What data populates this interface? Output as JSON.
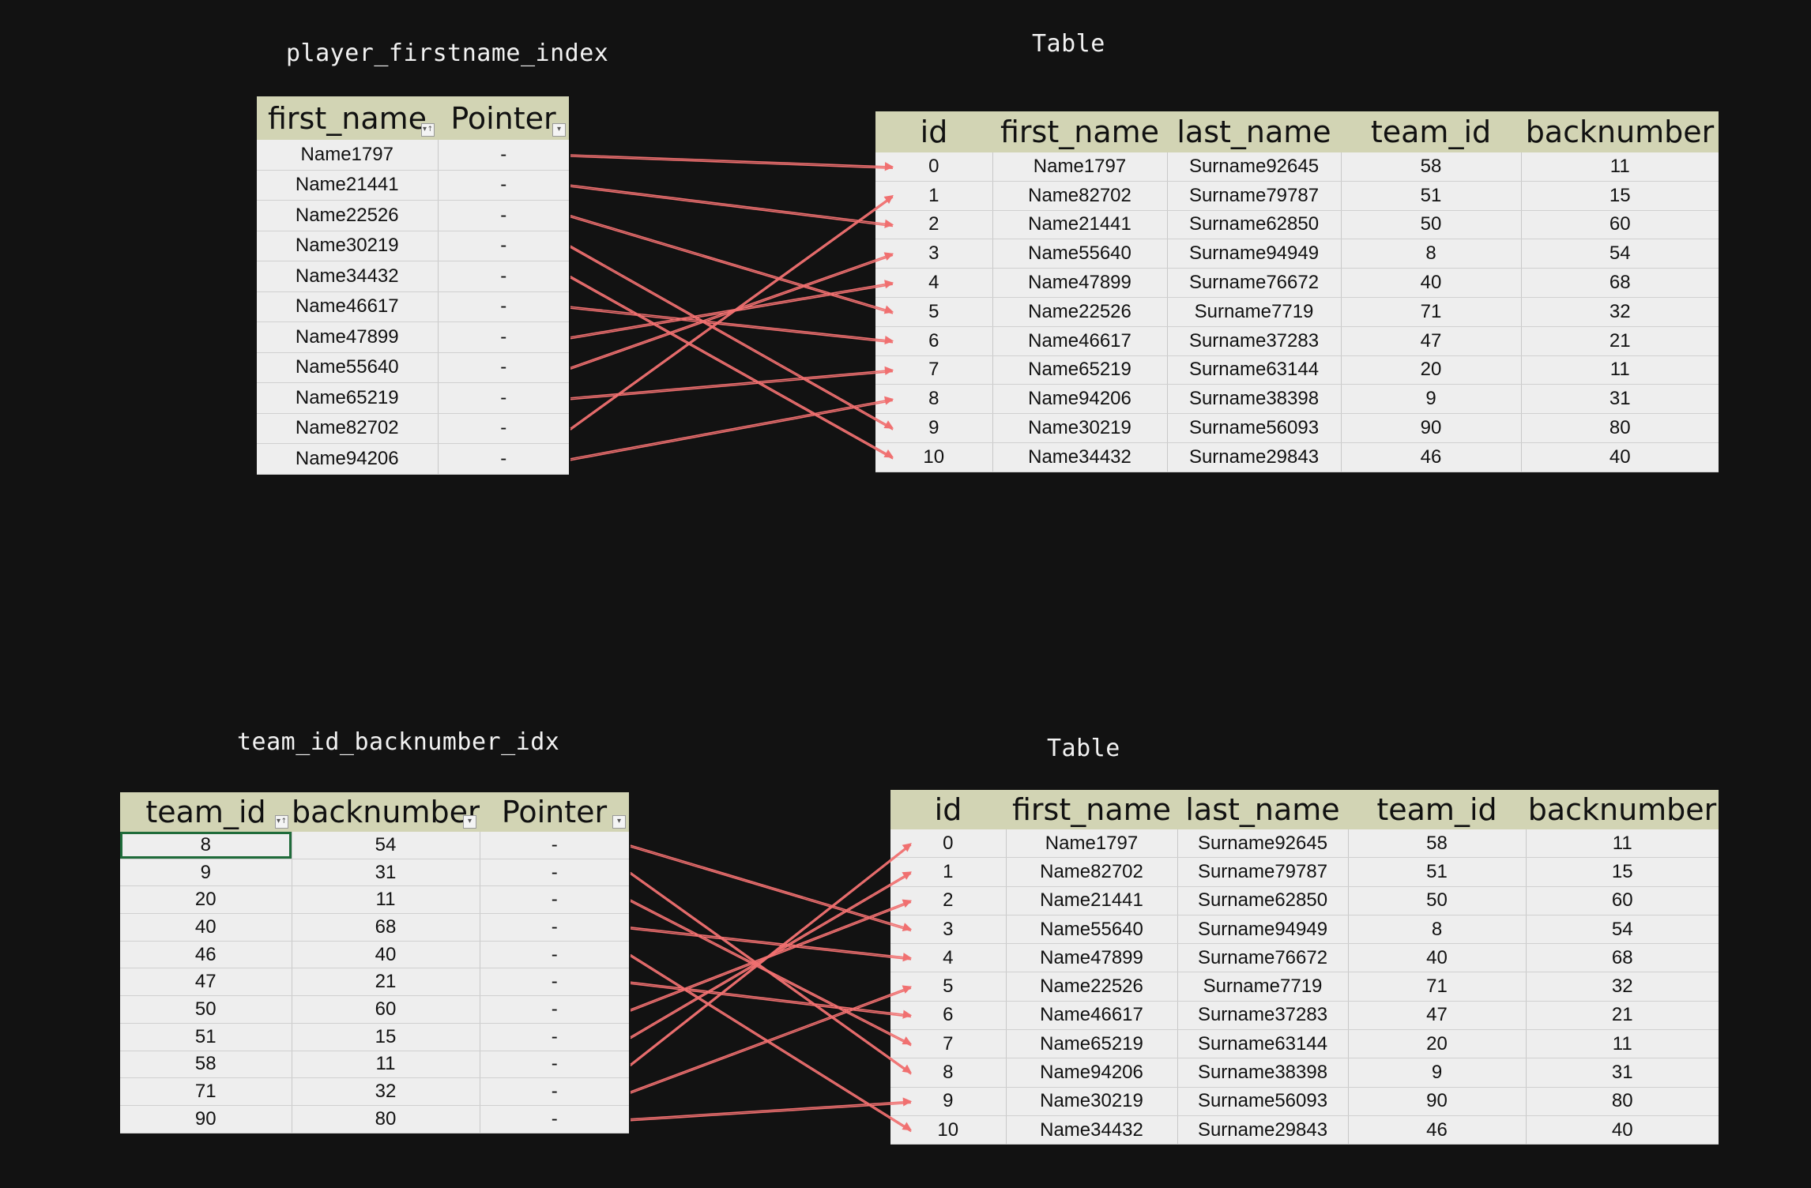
{
  "panel1": {
    "index_title": "player_firstname_index",
    "table_title": "Table",
    "index_headers": [
      "first_name",
      "Pointer"
    ],
    "index_rows": [
      [
        "Name1797",
        "-"
      ],
      [
        "Name21441",
        "-"
      ],
      [
        "Name22526",
        "-"
      ],
      [
        "Name30219",
        "-"
      ],
      [
        "Name34432",
        "-"
      ],
      [
        "Name46617",
        "-"
      ],
      [
        "Name47899",
        "-"
      ],
      [
        "Name55640",
        "-"
      ],
      [
        "Name65219",
        "-"
      ],
      [
        "Name82702",
        "-"
      ],
      [
        "Name94206",
        "-"
      ]
    ],
    "table_headers": [
      "id",
      "first_name",
      "last_name",
      "team_id",
      "backnumber"
    ],
    "table_rows": [
      [
        "0",
        "Name1797",
        "Surname92645",
        "58",
        "11"
      ],
      [
        "1",
        "Name82702",
        "Surname79787",
        "51",
        "15"
      ],
      [
        "2",
        "Name21441",
        "Surname62850",
        "50",
        "60"
      ],
      [
        "3",
        "Name55640",
        "Surname94949",
        "8",
        "54"
      ],
      [
        "4",
        "Name47899",
        "Surname76672",
        "40",
        "68"
      ],
      [
        "5",
        "Name22526",
        "Surname7719",
        "71",
        "32"
      ],
      [
        "6",
        "Name46617",
        "Surname37283",
        "47",
        "21"
      ],
      [
        "7",
        "Name65219",
        "Surname63144",
        "20",
        "11"
      ],
      [
        "8",
        "Name94206",
        "Surname38398",
        "9",
        "31"
      ],
      [
        "9",
        "Name30219",
        "Surname56093",
        "90",
        "80"
      ],
      [
        "10",
        "Name34432",
        "Surname29843",
        "46",
        "40"
      ]
    ],
    "pointer_targets": [
      0,
      2,
      5,
      9,
      10,
      6,
      4,
      3,
      7,
      1,
      8
    ]
  },
  "panel2": {
    "index_title": "team_id_backnumber_idx",
    "table_title": "Table",
    "index_headers": [
      "team_id",
      "backnumber",
      "Pointer"
    ],
    "index_rows": [
      [
        "8",
        "54",
        "-"
      ],
      [
        "9",
        "31",
        "-"
      ],
      [
        "20",
        "11",
        "-"
      ],
      [
        "40",
        "68",
        "-"
      ],
      [
        "46",
        "40",
        "-"
      ],
      [
        "47",
        "21",
        "-"
      ],
      [
        "50",
        "60",
        "-"
      ],
      [
        "51",
        "15",
        "-"
      ],
      [
        "58",
        "11",
        "-"
      ],
      [
        "71",
        "32",
        "-"
      ],
      [
        "90",
        "80",
        "-"
      ]
    ],
    "table_headers": [
      "id",
      "first_name",
      "last_name",
      "team_id",
      "backnumber"
    ],
    "table_rows": [
      [
        "0",
        "Name1797",
        "Surname92645",
        "58",
        "11"
      ],
      [
        "1",
        "Name82702",
        "Surname79787",
        "51",
        "15"
      ],
      [
        "2",
        "Name21441",
        "Surname62850",
        "50",
        "60"
      ],
      [
        "3",
        "Name55640",
        "Surname94949",
        "8",
        "54"
      ],
      [
        "4",
        "Name47899",
        "Surname76672",
        "40",
        "68"
      ],
      [
        "5",
        "Name22526",
        "Surname7719",
        "71",
        "32"
      ],
      [
        "6",
        "Name46617",
        "Surname37283",
        "47",
        "21"
      ],
      [
        "7",
        "Name65219",
        "Surname63144",
        "20",
        "11"
      ],
      [
        "8",
        "Name94206",
        "Surname38398",
        "9",
        "31"
      ],
      [
        "9",
        "Name30219",
        "Surname56093",
        "90",
        "80"
      ],
      [
        "10",
        "Name34432",
        "Surname29843",
        "46",
        "40"
      ]
    ],
    "pointer_targets": [
      3,
      8,
      7,
      4,
      10,
      6,
      2,
      1,
      0,
      5,
      9
    ]
  },
  "colors": {
    "background": "#121212",
    "header": "#d2d4b4",
    "cell": "#eeeeee",
    "arrow": "#f07070",
    "title": "#f2f2f2"
  }
}
